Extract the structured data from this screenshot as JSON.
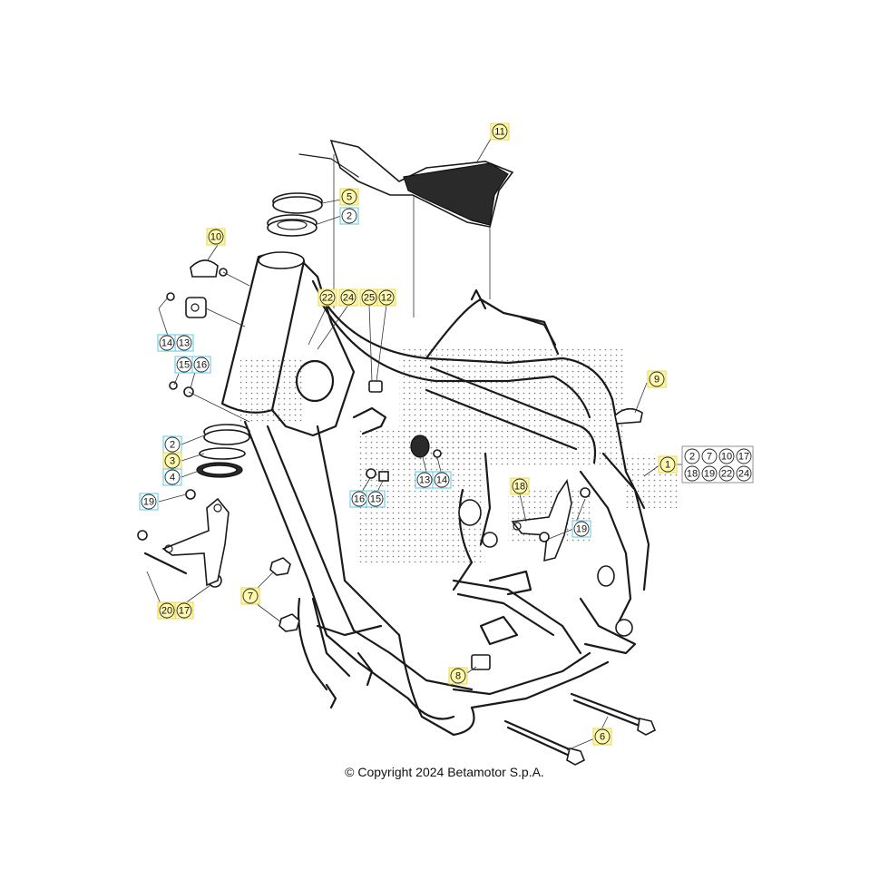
{
  "copyright": "© Copyright 2024 Betamotor S.p.A.",
  "colors": {
    "yellow_box": "#fff9b0",
    "yellow_border": "#e8d84a",
    "cyan_border": "#5cc8e6",
    "cyan_box": "#ffffff",
    "ink": "#1a1a1a"
  },
  "callouts": [
    {
      "id": "c11",
      "label": "11",
      "style": "yellow"
    },
    {
      "id": "c5",
      "label": "5",
      "style": "yellow"
    },
    {
      "id": "c2a",
      "label": "2",
      "style": "cyan"
    },
    {
      "id": "c10",
      "label": "10",
      "style": "yellow"
    },
    {
      "id": "c22",
      "label": "22",
      "style": "yellow"
    },
    {
      "id": "c24",
      "label": "24",
      "style": "yellow"
    },
    {
      "id": "c25",
      "label": "25",
      "style": "yellow"
    },
    {
      "id": "c12",
      "label": "12",
      "style": "yellow"
    },
    {
      "id": "c14a",
      "label": "14",
      "style": "cyan"
    },
    {
      "id": "c13a",
      "label": "13",
      "style": "cyan"
    },
    {
      "id": "c15a",
      "label": "15",
      "style": "cyan"
    },
    {
      "id": "c16a",
      "label": "16",
      "style": "cyan"
    },
    {
      "id": "c9",
      "label": "9",
      "style": "yellow"
    },
    {
      "id": "c2b",
      "label": "2",
      "style": "cyan"
    },
    {
      "id": "c3",
      "label": "3",
      "style": "yellow"
    },
    {
      "id": "c4",
      "label": "4",
      "style": "cyan"
    },
    {
      "id": "c13b",
      "label": "13",
      "style": "cyan"
    },
    {
      "id": "c14b",
      "label": "14",
      "style": "cyan"
    },
    {
      "id": "c1",
      "label": "1",
      "style": "yellow"
    },
    {
      "id": "c18",
      "label": "18",
      "style": "yellow"
    },
    {
      "id": "c19a",
      "label": "19",
      "style": "cyan"
    },
    {
      "id": "c16b",
      "label": "16",
      "style": "cyan"
    },
    {
      "id": "c15b",
      "label": "15",
      "style": "cyan"
    },
    {
      "id": "c19b",
      "label": "19",
      "style": "cyan"
    },
    {
      "id": "c20",
      "label": "20",
      "style": "yellow"
    },
    {
      "id": "c17",
      "label": "17",
      "style": "yellow"
    },
    {
      "id": "c7",
      "label": "7",
      "style": "yellow"
    },
    {
      "id": "c8",
      "label": "8",
      "style": "yellow"
    },
    {
      "id": "c6",
      "label": "6",
      "style": "yellow"
    }
  ],
  "kit_list": {
    "row1": [
      "2",
      "7",
      "10",
      "17"
    ],
    "row2": [
      "18",
      "19",
      "22",
      "24"
    ]
  }
}
